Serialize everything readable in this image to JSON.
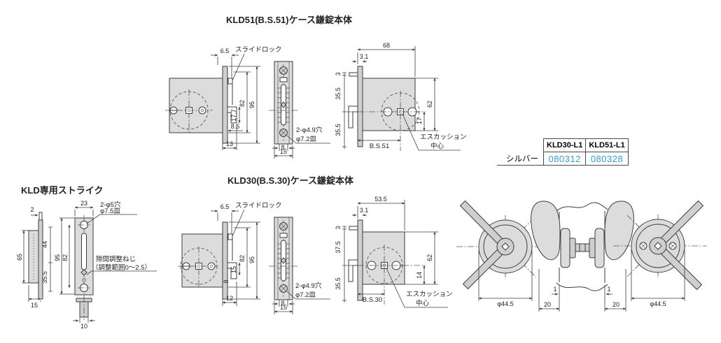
{
  "titles": {
    "kld51": "KLD51(B.S.51)ケース鎌錠本体",
    "kld30": "KLD30(B.S.30)ケース鎌錠本体",
    "strike": "KLD専用ストライク"
  },
  "parts_table": {
    "columns": [
      "KLD30-L1",
      "KLD51-L1"
    ],
    "rows": [
      {
        "label": "シルバー",
        "values": [
          "080312",
          "080328"
        ]
      }
    ]
  },
  "kld51": {
    "side": {
      "d6_5": "6.5",
      "slide_lock": "スライドロック",
      "d82": "82",
      "d95": "95",
      "d17_7": "17.7",
      "d8_5": "8.5",
      "d13": "13"
    },
    "front": {
      "d8": "8",
      "d15": "15",
      "holes1": "2-φ4.9穴",
      "holes2": "φ7.2皿"
    },
    "top": {
      "d68": "68",
      "d3_1": "3.1",
      "d3": "3",
      "d35_5a": "35.5",
      "d35_5b": "35.5",
      "d62": "62",
      "d17": "17",
      "bs": "B.S.51",
      "esc1": "エスカッション",
      "esc2": "中心"
    }
  },
  "kld30": {
    "side": {
      "d6_5": "6.5",
      "slide_lock": "スライドロック",
      "d82": "82",
      "d95": "95",
      "d15": "15",
      "d8": "8",
      "d12": "12"
    },
    "front": {
      "d8": "8",
      "d15": "15",
      "holes1": "2-φ4.9穴",
      "holes2": "φ7.2皿"
    },
    "top": {
      "d53_5": "53.5",
      "d3_1": "3.1",
      "d3": "3",
      "d37_5": "37.5",
      "d35_5": "35.5",
      "d62": "62",
      "d14": "14",
      "bs": "B.S.30",
      "esc1": "エスカッション",
      "esc2": "中心"
    }
  },
  "strike": {
    "d2": "2",
    "d23": "23",
    "holes1": "2-φ5穴",
    "holes2": "φ7.5皿",
    "d65": "65",
    "d44": "44",
    "d95": "95",
    "d82": "82",
    "d35_5": "35.5",
    "d15": "15",
    "d10": "10",
    "adjust1": "隙間調整ねじ",
    "adjust2": "（調整範囲0～2.5）"
  },
  "handles": {
    "dia_left": "φ44.5",
    "dia_right": "φ44.5",
    "d1_left": "1",
    "d1_right": "1",
    "d20_left": "20",
    "d20_right": "20"
  },
  "colors": {
    "line": "#3d3d3d",
    "fill_gray": "#dcdcdc",
    "accent_blue": "#2fa0d8"
  }
}
